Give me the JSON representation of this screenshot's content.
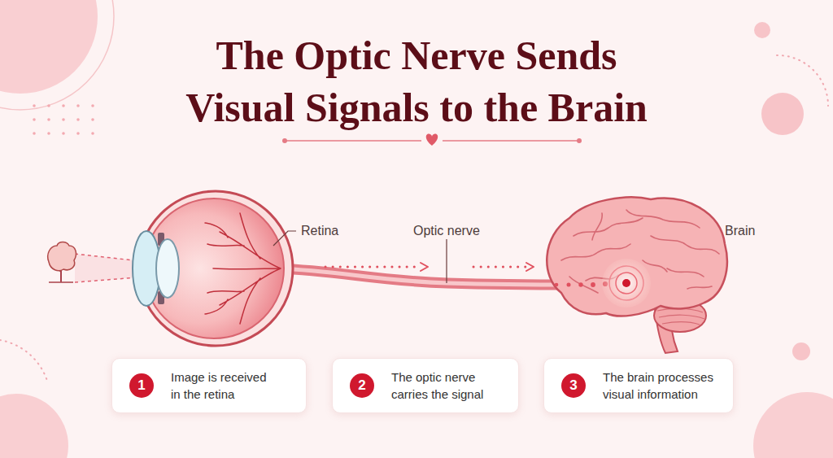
{
  "diagram": {
    "title": "The Optic Nerve Sends Visual Signals to the Brain",
    "nodes": [
      {
        "text": [
          "Image is received in the retina"
        ]
      },
      {
        "text": [
          "1"
        ],
        "in": 0
      },
      {
        "text": [
          "The optic nerve carries the signal"
        ]
      },
      {
        "text": [
          "2"
        ],
        "in": 2
      },
      {
        "text": [
          "The brain processes visual information"
        ]
      },
      {
        "text": [
          "3"
        ],
        "in": 4
      }
    ],
    "labels": [
      "Retina",
      "Optic nerve",
      "Brain"
    ]
  }
}
